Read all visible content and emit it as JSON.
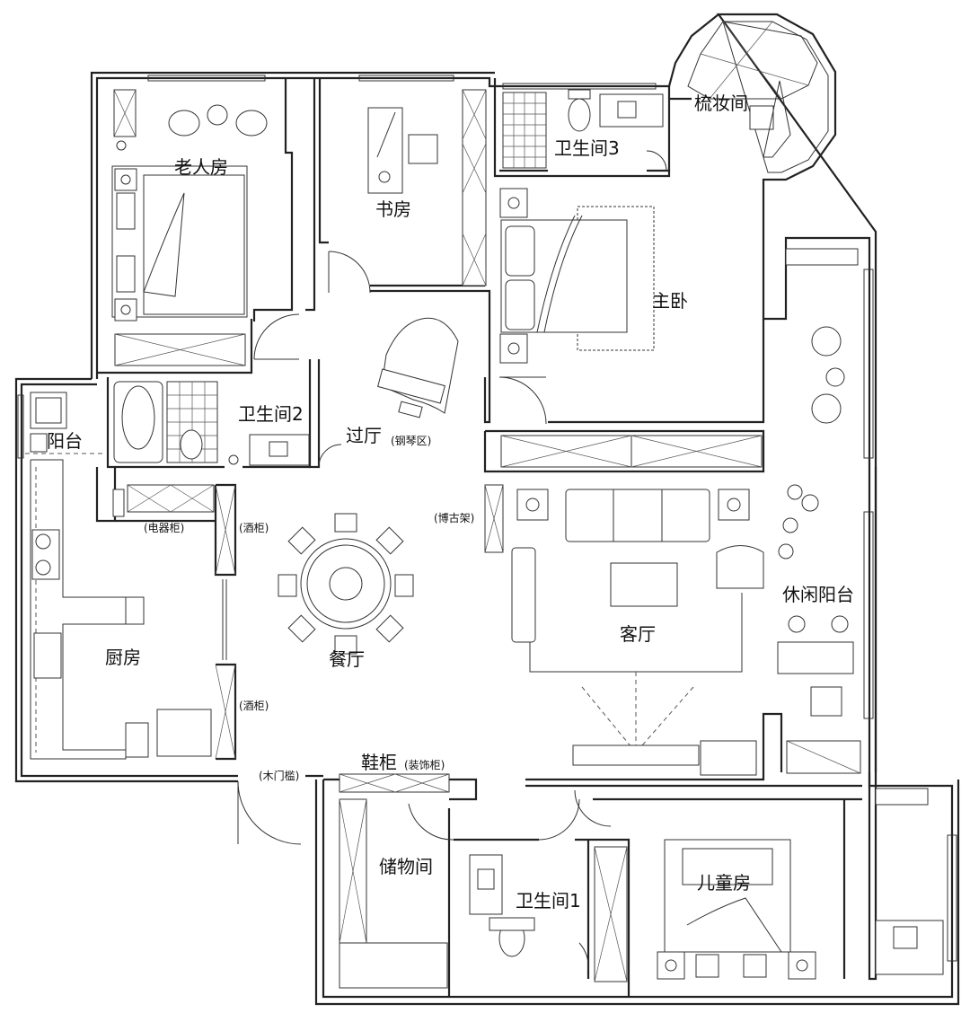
{
  "rooms": {
    "elderly_room": "老人房",
    "study": "书房",
    "bathroom3": "卫生间3",
    "dressing_room": "梳妆间",
    "master_bedroom": "主卧",
    "bathroom2": "卫生间2",
    "hall": "过厅",
    "hall_note": "(钢琴区)",
    "balcony": "阳台",
    "curio_shelf": "(博古架)",
    "appliance_cabinet": "(电器柜)",
    "wine_cabinet_top": "(酒柜)",
    "wine_cabinet_bottom": "(酒柜)",
    "kitchen": "厨房",
    "dining_room": "餐厅",
    "living_room": "客厅",
    "leisure_balcony": "休闲阳台",
    "shoe_cabinet": "鞋柜",
    "decor_cabinet": "(装饰柜)",
    "wood_threshold": "(木门槛)",
    "storage_room": "储物间",
    "bathroom1": "卫生间1",
    "children_room": "儿童房"
  }
}
